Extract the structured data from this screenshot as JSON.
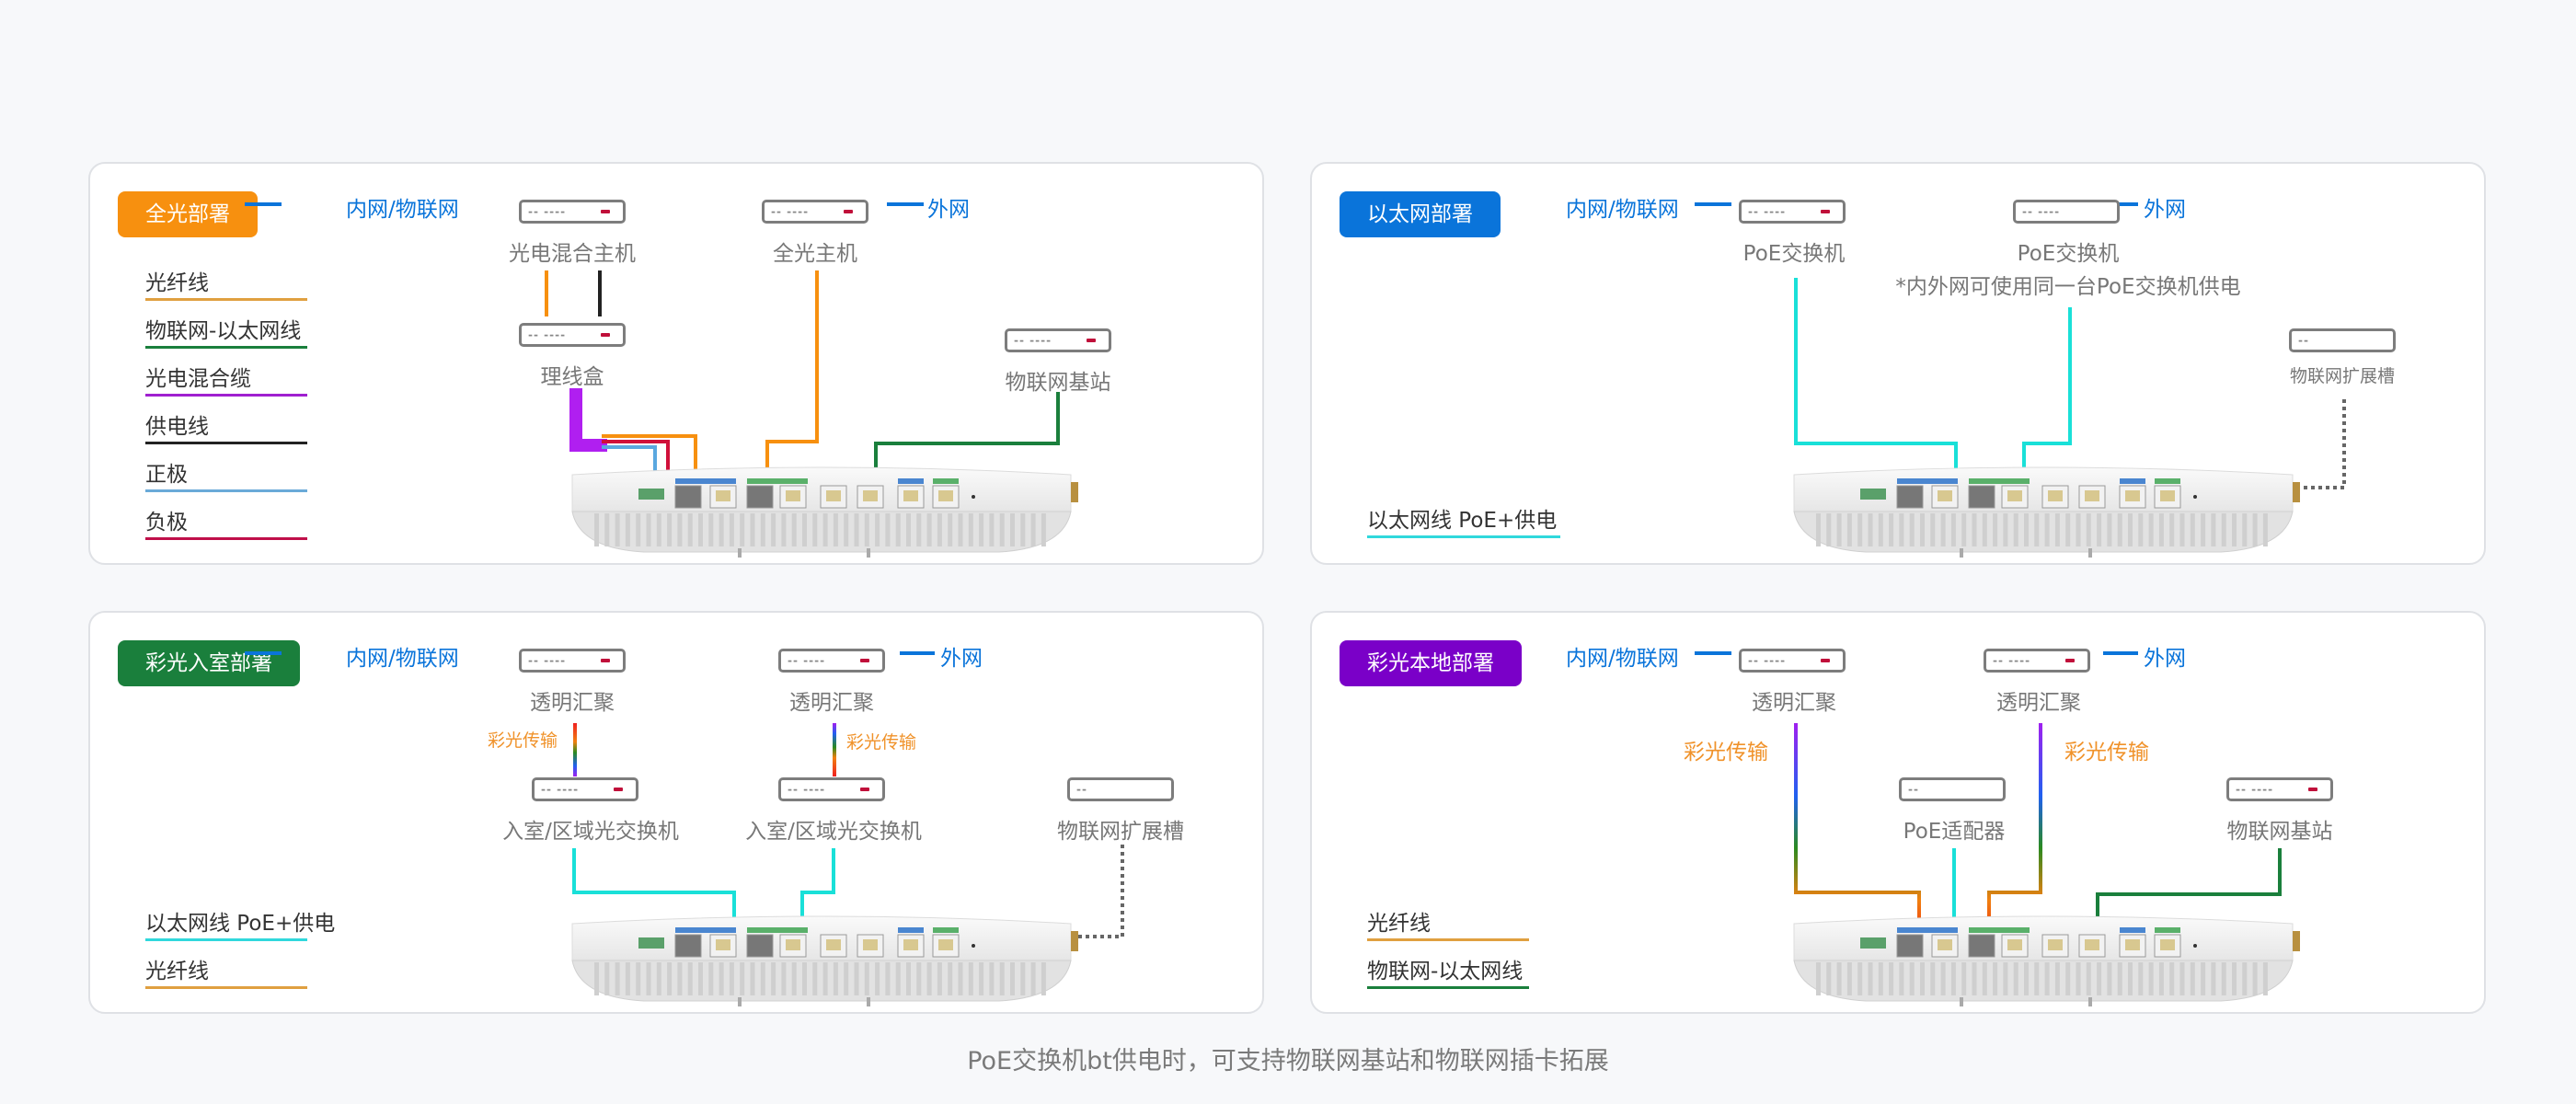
{
  "caption": "PoE交换机bt供电时，可支持物联网基站和物联网插卡拓展",
  "colors": {
    "orange_tag": "#f7900f",
    "blue_tag": "#0a74da",
    "green_tag": "#1a7f3c",
    "purple_tag": "#7a00c8",
    "net_blue": "#0a74da",
    "fiber": "#f7900f",
    "iot_ethernet": "#1a7f3c",
    "hybrid_cable": "#b01ff0",
    "power": "#222222",
    "positive": "#5aa8e0",
    "negative": "#d0104a",
    "poe_cyan": "#19e0d8",
    "rainbow_label": "#f0922a"
  },
  "panels": [
    {
      "id": "all-optical",
      "tag": "全光部署",
      "inner_net": "内网/物联网",
      "outer_net": "外网",
      "devices": {
        "hybrid_host": "光电混合主机",
        "cable_box": "理线盒",
        "optical_host": "全光主机",
        "iot_station": "物联网基站"
      },
      "device_dots": "-- ----",
      "legend": [
        {
          "label": "光纤线",
          "color": "#e0a040"
        },
        {
          "label": "物联网-以太网线",
          "color": "#1a7f3c"
        },
        {
          "label": "光电混合缆",
          "color": "#a020d0"
        },
        {
          "label": "供电线",
          "color": "#222222"
        },
        {
          "label": "正极",
          "color": "#6aaad8"
        },
        {
          "label": "负极",
          "color": "#c0104a"
        }
      ]
    },
    {
      "id": "ethernet",
      "tag": "以太网部署",
      "inner_net": "内网/物联网",
      "outer_net": "外网",
      "devices": {
        "poe_switch_1": "PoE交换机",
        "poe_switch_2": "PoE交换机",
        "iot_slot": "物联网扩展槽"
      },
      "note": "*内外网可使用同一台PoE交换机供电",
      "device_dots": "-- ----",
      "slot_dots": "--",
      "legend": [
        {
          "label": "以太网线 PoE+供电",
          "color": "#30d8dc"
        }
      ]
    },
    {
      "id": "color-indoor",
      "tag": "彩光入室部署",
      "inner_net": "内网/物联网",
      "outer_net": "外网",
      "devices": {
        "agg_1": "透明汇聚",
        "agg_2": "透明汇聚",
        "switch_1": "入室/区域光交换机",
        "switch_2": "入室/区域光交换机",
        "iot_slot": "物联网扩展槽"
      },
      "rainbow_label": "彩光传输",
      "device_dots": "-- ----",
      "slot_dots": "--",
      "legend": [
        {
          "label": "以太网线 PoE+供电",
          "color": "#30d8dc"
        },
        {
          "label": "光纤线",
          "color": "#e0a040"
        }
      ]
    },
    {
      "id": "color-local",
      "tag": "彩光本地部署",
      "inner_net": "内网/物联网",
      "outer_net": "外网",
      "devices": {
        "agg_1": "透明汇聚",
        "agg_2": "透明汇聚",
        "poe_adapter": "PoE适配器",
        "iot_station": "物联网基站"
      },
      "rainbow_label": "彩光传输",
      "device_dots": "-- ----",
      "slot_dots": "--",
      "legend": [
        {
          "label": "光纤线",
          "color": "#e0a040"
        },
        {
          "label": "物联网-以太网线",
          "color": "#1a7f3c"
        }
      ]
    }
  ]
}
